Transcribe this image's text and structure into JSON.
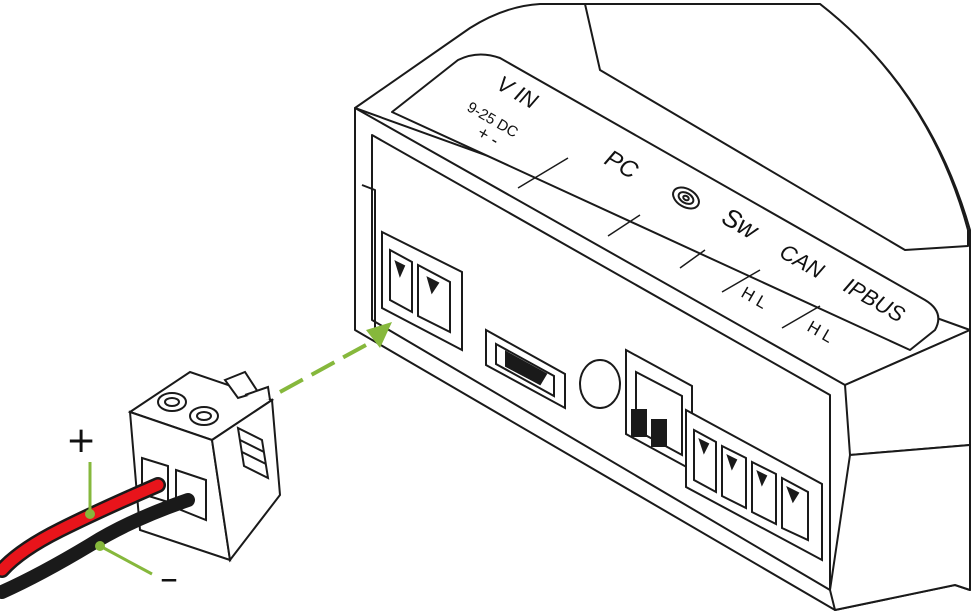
{
  "device": {
    "vin_label": "V IN",
    "voltage_label": "9-25 DC",
    "polarity_label": "+ -",
    "pc_label": "PC",
    "sw_label": "Sw",
    "can_label": "CAN",
    "ipbus_label": "IPBUS",
    "can_hl_label": "H L",
    "ipbus_hl_label": "H L"
  },
  "cable": {
    "plus_sign": "+",
    "minus_sign": "–",
    "positive_wire_color": "#e8141b",
    "negative_wire_color": "#1a1a1a"
  },
  "arrow_color": "#86b83c"
}
